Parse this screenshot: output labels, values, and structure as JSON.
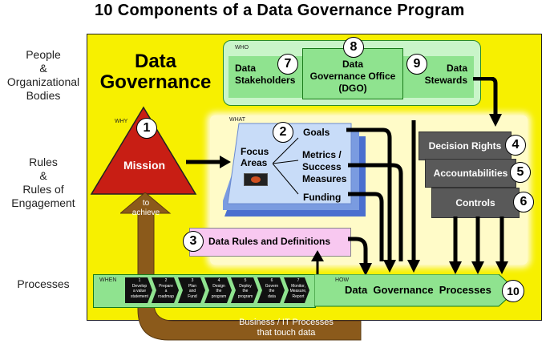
{
  "title": "10 Components of a Data Governance Program",
  "side_labels": {
    "people": [
      "People",
      "&",
      "Organizational",
      "Bodies"
    ],
    "rules": [
      "Rules",
      "&",
      "Rules of",
      "Engagement"
    ],
    "processes": "Processes"
  },
  "main_label": [
    "Data",
    "Governance"
  ],
  "sections": {
    "who": "WHO",
    "why": "WHY",
    "what": "WHAT",
    "when": "WHEN",
    "how": "HOW"
  },
  "who": {
    "stakeholders": [
      "Data",
      "Stakeholders"
    ],
    "dgo": [
      "Data",
      "Governance Office",
      "(DGO)"
    ],
    "stewards": [
      "Data",
      "Stewards"
    ]
  },
  "mission": "Mission",
  "to_achieve": [
    "to",
    "achieve"
  ],
  "focus": {
    "label": [
      "Focus",
      "Areas"
    ],
    "goals": "Goals",
    "metrics": [
      "Metrics /",
      "Success",
      "Measures"
    ],
    "funding": "Funding"
  },
  "right_boxes": {
    "decision": "Decision Rights",
    "accountabilities": "Accountabilities",
    "controls": "Controls"
  },
  "rules_defs": "Data Rules and Definitions",
  "process_bar": "Data  Governance  Processes",
  "steps": [
    [
      "1",
      "Develop",
      "a value",
      "statement"
    ],
    [
      "2",
      "Prepare",
      "a",
      "roadmap"
    ],
    [
      "3",
      "Plan",
      "and",
      "Fund"
    ],
    [
      "4",
      "Design",
      "the",
      "program"
    ],
    [
      "5",
      "Deploy",
      "the",
      "program"
    ],
    [
      "6",
      "Govern",
      "the",
      "data"
    ],
    [
      "7",
      "Monitor,",
      "Measure,",
      "Report"
    ]
  ],
  "business": [
    "Business / IT Processes",
    "that touch data"
  ],
  "numbers": [
    "1",
    "2",
    "3",
    "4",
    "5",
    "6",
    "7",
    "8",
    "9",
    "10"
  ],
  "colors": {
    "yellow": "#f7f000",
    "green": "#8fe38f",
    "brown": "#8b5a1b",
    "red": "#c81e14",
    "gray": "#595959",
    "pink": "#f8c8f0"
  }
}
